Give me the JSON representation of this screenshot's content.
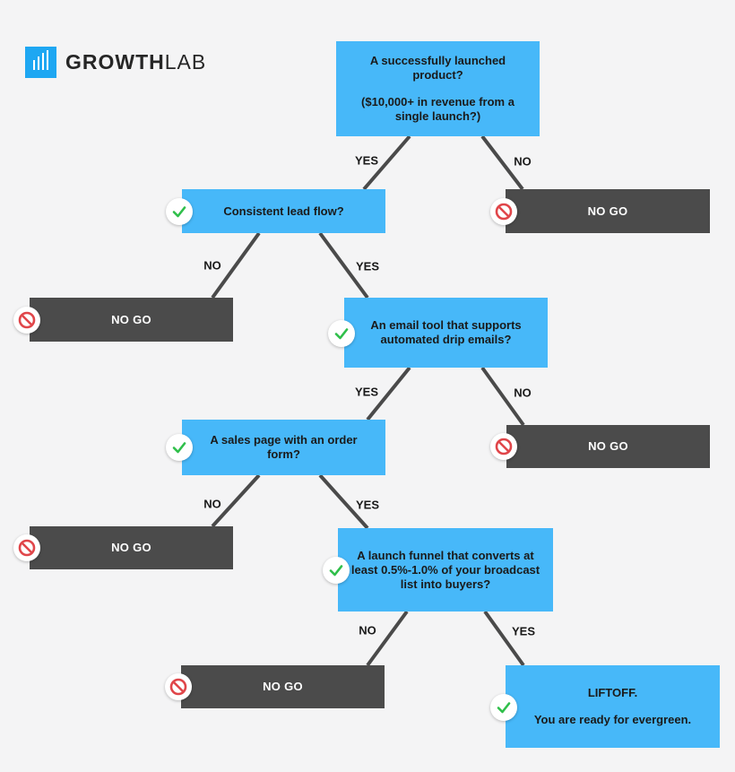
{
  "brand": {
    "bold": "GROWTH",
    "light": "LAB",
    "color": "#1ea7f2"
  },
  "nodes": [
    {
      "id": "q1",
      "kind": "question",
      "lines": [
        "A successfully launched product?",
        "",
        "($10,000+ in revenue from a single launch?)"
      ]
    },
    {
      "id": "ng1",
      "kind": "nogo",
      "lines": [
        "NO GO"
      ],
      "icon": "no-entry-icon"
    },
    {
      "id": "q2",
      "kind": "question",
      "lines": [
        "Consistent lead flow?"
      ],
      "icon": "check-icon"
    },
    {
      "id": "ng2",
      "kind": "nogo",
      "lines": [
        "NO GO"
      ],
      "icon": "no-entry-icon"
    },
    {
      "id": "q3",
      "kind": "question",
      "lines": [
        "An email tool that supports automated drip emails?"
      ],
      "icon": "check-icon"
    },
    {
      "id": "ng3",
      "kind": "nogo",
      "lines": [
        "NO GO"
      ],
      "icon": "no-entry-icon"
    },
    {
      "id": "q4",
      "kind": "question",
      "lines": [
        "A sales page with an order form?"
      ],
      "icon": "check-icon"
    },
    {
      "id": "ng4",
      "kind": "nogo",
      "lines": [
        "NO GO"
      ],
      "icon": "no-entry-icon"
    },
    {
      "id": "q5",
      "kind": "question",
      "lines": [
        "A launch funnel that converts at least 0.5%-1.0% of your broadcast list into buyers?"
      ],
      "icon": "check-icon"
    },
    {
      "id": "ng5",
      "kind": "nogo",
      "lines": [
        "NO GO"
      ],
      "icon": "no-entry-icon"
    },
    {
      "id": "end",
      "kind": "question",
      "lines": [
        "LIFTOFF.",
        "",
        "You are ready for evergreen."
      ],
      "icon": "check-icon"
    }
  ],
  "edges": [
    {
      "from": "q1",
      "to": "q2",
      "label": "YES"
    },
    {
      "from": "q1",
      "to": "ng1",
      "label": "NO"
    },
    {
      "from": "q2",
      "to": "ng2",
      "label": "NO"
    },
    {
      "from": "q2",
      "to": "q3",
      "label": "YES"
    },
    {
      "from": "q3",
      "to": "q4",
      "label": "YES"
    },
    {
      "from": "q3",
      "to": "ng3",
      "label": "NO"
    },
    {
      "from": "q4",
      "to": "ng4",
      "label": "NO"
    },
    {
      "from": "q4",
      "to": "q5",
      "label": "YES"
    },
    {
      "from": "q5",
      "to": "ng5",
      "label": "NO"
    },
    {
      "from": "q5",
      "to": "end",
      "label": "YES"
    }
  ],
  "colors": {
    "question": "#47b8f9",
    "nogo": "#4b4b4b",
    "line": "#4a4a4a",
    "check": "#2fbf4a",
    "noentry": "#e0464a"
  }
}
